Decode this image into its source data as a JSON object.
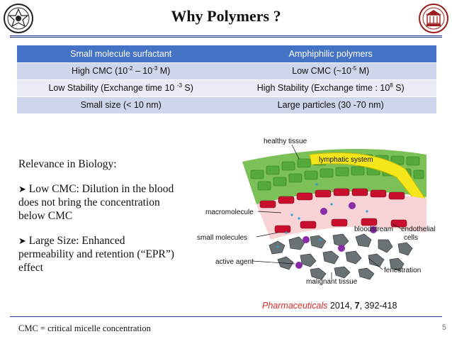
{
  "header": {
    "title": "Why Polymers ?"
  },
  "table": {
    "headers": [
      "Small molecule surfactant",
      "Amphiphilic polymers"
    ],
    "rows": [
      {
        "left": {
          "pre": "High CMC (10",
          "sup1": "-2",
          "mid": " – 10",
          "sup2": "-3",
          "post": " M)"
        },
        "right": {
          "pre": "Low CMC (~10",
          "sup1": "-5",
          "post": " M)"
        }
      },
      {
        "left": {
          "pre": "Low Stability (Exchange time 10 ",
          "sup1": "-3",
          "post": " S)"
        },
        "right": {
          "pre": "High Stability (Exchange time : 10",
          "sup1": "8",
          "post": " S)"
        }
      },
      {
        "left": {
          "text": "Small size (< 10 nm)"
        },
        "right": {
          "text": "Large particles (30 -70 nm)"
        }
      }
    ]
  },
  "relevance": {
    "heading": "Relevance in Biology:",
    "points": [
      "Low CMC: Dilution in the blood does not bring the concentration below CMC",
      "Large Size:  Enhanced permeability and retention (“EPR”) effect"
    ],
    "bullet_icon": "arrow-bullet-icon"
  },
  "diagram": {
    "labels": {
      "healthy_tissue": "healthy tissue",
      "lymphatic_system": "lymphatic system",
      "macromolecule": "macromolecule",
      "small_molecules": "small molecules",
      "bloodstream": "bloodstream",
      "endothelial": "endothelial",
      "cells": "cells",
      "active_agent": "active agent",
      "fenestration": "fenestration",
      "malignant_tissue": "malignant tissue"
    },
    "colors": {
      "healthy": "#6cc04a",
      "lymph": "#f4e61a",
      "red_cells": "#c8102e",
      "blood": "#f7d3d6",
      "tumor": "#6b7275",
      "agent": "#8a2ba8"
    }
  },
  "citation": {
    "journal": "Pharmaceuticals",
    "details": " 2014, ",
    "volume": "7",
    "pages": ", 392-418"
  },
  "footer": {
    "note": "CMC = critical micelle concentration",
    "page": "5"
  },
  "logos": {
    "left": "university-seal-icon",
    "right": "institute-emblem-icon"
  },
  "colors": {
    "accent": "#4472c4",
    "rule": "#1f3b8c"
  }
}
